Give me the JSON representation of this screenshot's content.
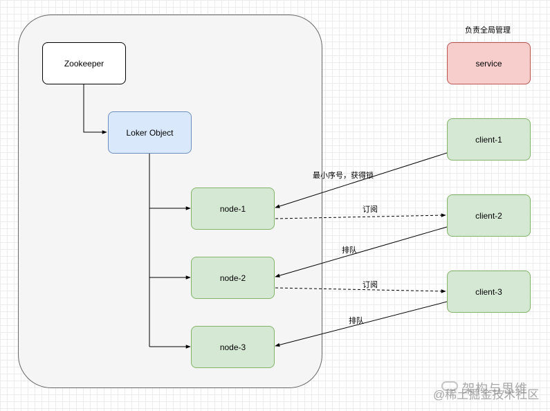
{
  "container": {
    "zookeeper": "Zookeeper",
    "loker_object": "Loker Object",
    "nodes": [
      "node-1",
      "node-2",
      "node-3"
    ]
  },
  "right": {
    "service_caption": "负责全局管理",
    "service": "service",
    "clients": [
      "client-1",
      "client-2",
      "client-3"
    ]
  },
  "edge_labels": {
    "client1_node1": "最小序号，获得锁",
    "node1_client2": "订阅",
    "client2_node2": "排队",
    "node2_client3": "订阅",
    "client3_node3": "排队"
  },
  "watermark": {
    "line1": "架构与思维",
    "line2": "@稀土掘金技术社区"
  },
  "colors": {
    "node_fill": "#d5e8d4",
    "node_stroke": "#82b366",
    "loker_fill": "#dae8fc",
    "loker_stroke": "#6c8ebf",
    "service_fill": "#f8cecc",
    "service_stroke": "#b85450"
  }
}
